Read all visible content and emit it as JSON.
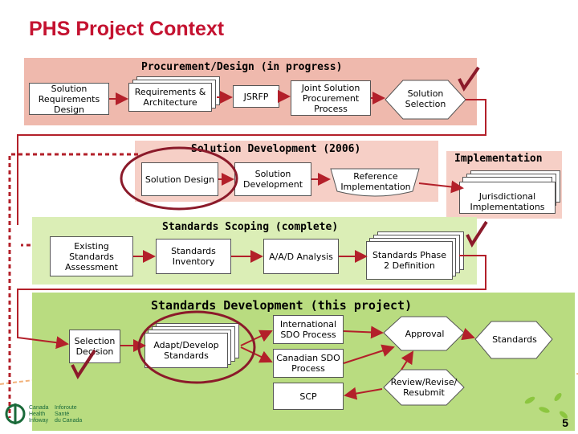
{
  "title": "PHS Project Context",
  "bands": {
    "procurement": "Procurement/Design (in progress)",
    "solution_dev": "Solution Development (2006)",
    "implementation": "Implementation",
    "scoping": "Standards Scoping (complete)",
    "standards_dev": "Standards Development (this project)"
  },
  "nodes": {
    "solution_req_design": "Solution Requirements Design",
    "requirements_arch": "Requirements & Architecture",
    "jsrfp": "JSRFP",
    "joint_procurement": "Joint Solution Procurement Process",
    "solution_selection": "Solution Selection",
    "solution_design": "Solution Design",
    "solution_development": "Solution Development",
    "reference_impl": "Reference Implementation",
    "jurisdictional_impl": "Jurisdictional Implementations",
    "existing_assessment": "Existing Standards Assessment",
    "standards_inventory": "Standards Inventory",
    "aad_analysis": "A/A/D Analysis",
    "phase2_definition": "Standards Phase 2 Definition",
    "selection_decision": "Selection Decision",
    "adapt_develop": "Adapt/Develop Standards",
    "international_sdo": "International SDO Process",
    "canadian_sdo": "Canadian SDO Process",
    "scp": "SCP",
    "approval": "Approval",
    "standards": "Standards",
    "review_revise": "Review/Revise/ Resubmit"
  },
  "logo": {
    "line1_en": "Canada",
    "line2_en": "Health",
    "line3_en": "Infoway",
    "line1_fr": "Inforoute",
    "line2_fr": "Santé",
    "line3_fr": "du Canada"
  },
  "page_number": "5",
  "colors": {
    "title": "#c41230",
    "procurement_band": "#efb9ad",
    "solution_dev_band": "#f6cfc6",
    "scoping_band": "#dbeeb6",
    "standards_dev_band": "#b9dc80",
    "flow_arrow": "#b3202a",
    "highlight_circle": "#8b1a2a",
    "check": "#8b1a2a"
  }
}
